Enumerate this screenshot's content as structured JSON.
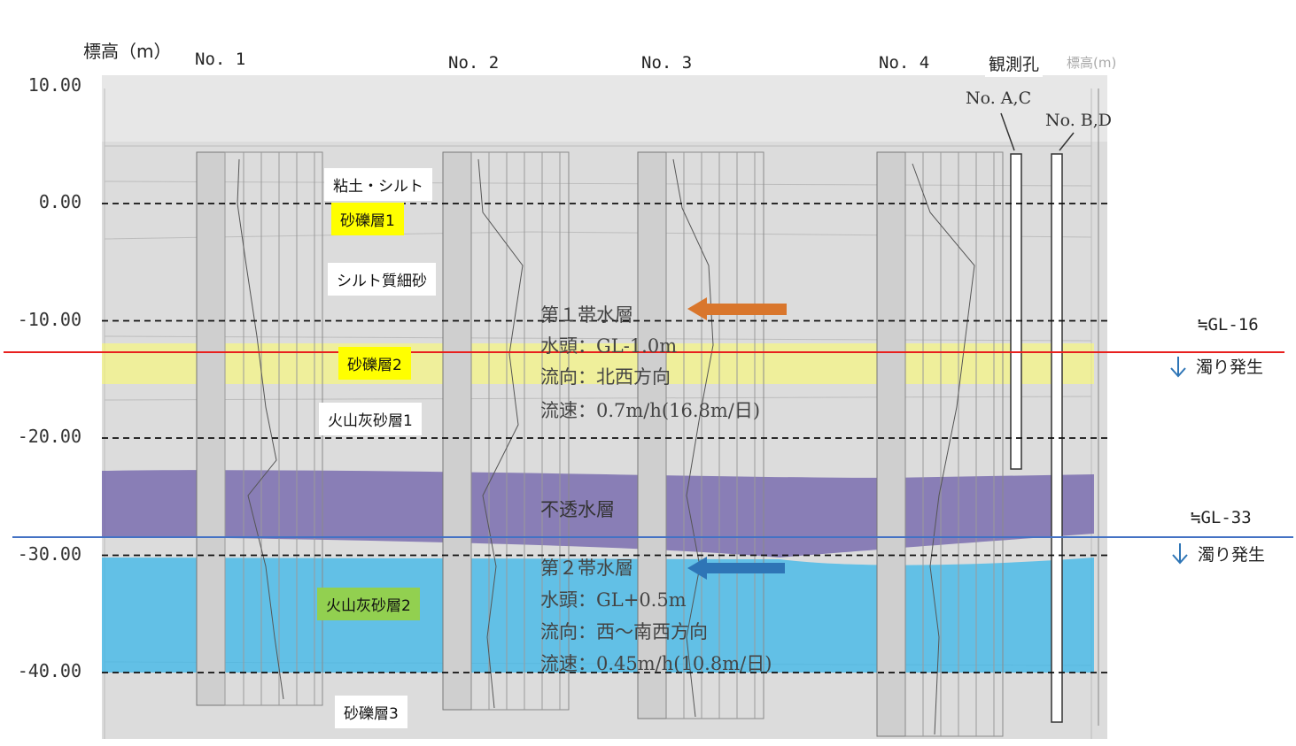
{
  "diagram": {
    "y_axis_title": "標高（m）",
    "y_ticks": [
      {
        "label": "10.00",
        "value": 10
      },
      {
        "label": "0.00",
        "value": 0
      },
      {
        "label": "-10.00",
        "value": -10
      },
      {
        "label": "-20.00",
        "value": -20
      },
      {
        "label": "-30.00",
        "value": -30
      },
      {
        "label": "-40.00",
        "value": -40
      }
    ],
    "boreholes": [
      "No. 1",
      "No. 2",
      "No. 3",
      "No. 4"
    ],
    "observation": {
      "title": "観測孔",
      "well1": "No. A,C",
      "well2": "No. B,D"
    },
    "right_axis_title": "標高(m)",
    "strata_labels": {
      "clay_silt": "粘土・シルト",
      "gravel1": "砂礫層1",
      "silty_fine_sand": "シルト質細砂",
      "gravel2": "砂礫層2",
      "volcanic_sand1": "火山灰砂層1",
      "volcanic_sand2": "火山灰砂層2",
      "gravel3": "砂礫層3"
    },
    "aquifer1": {
      "title": "第１帯水層",
      "head": "水頭：GL-1.0m",
      "flow_direction": "流向：北西方向",
      "flow_speed": "流速：0.7m/h(16.8m/日)"
    },
    "impermeable": "不透水層",
    "aquifer2": {
      "title": "第２帯水層",
      "head": "水頭：GL+0.5m",
      "flow_direction": "流向：西～南西方向",
      "flow_speed": "流速：0.45m/h(10.8m/日)"
    },
    "markers": [
      {
        "depth_label": "≒GL-16",
        "event_label": "濁り発生",
        "color": "#e8201e"
      },
      {
        "depth_label": "≒GL-33",
        "event_label": "濁り発生",
        "color": "#4472c4"
      }
    ],
    "colors": {
      "yellow_label": "#ffff00",
      "green_label": "#92d050",
      "yellow_band": "#ffff66",
      "cyan_band": "#3ab7ea",
      "impermeable_band": "#6a5aa8",
      "arrow_orange": "#d9762c",
      "arrow_blue": "#2e75b6",
      "red_line": "#e8201e",
      "blue_line": "#4472c4"
    }
  }
}
